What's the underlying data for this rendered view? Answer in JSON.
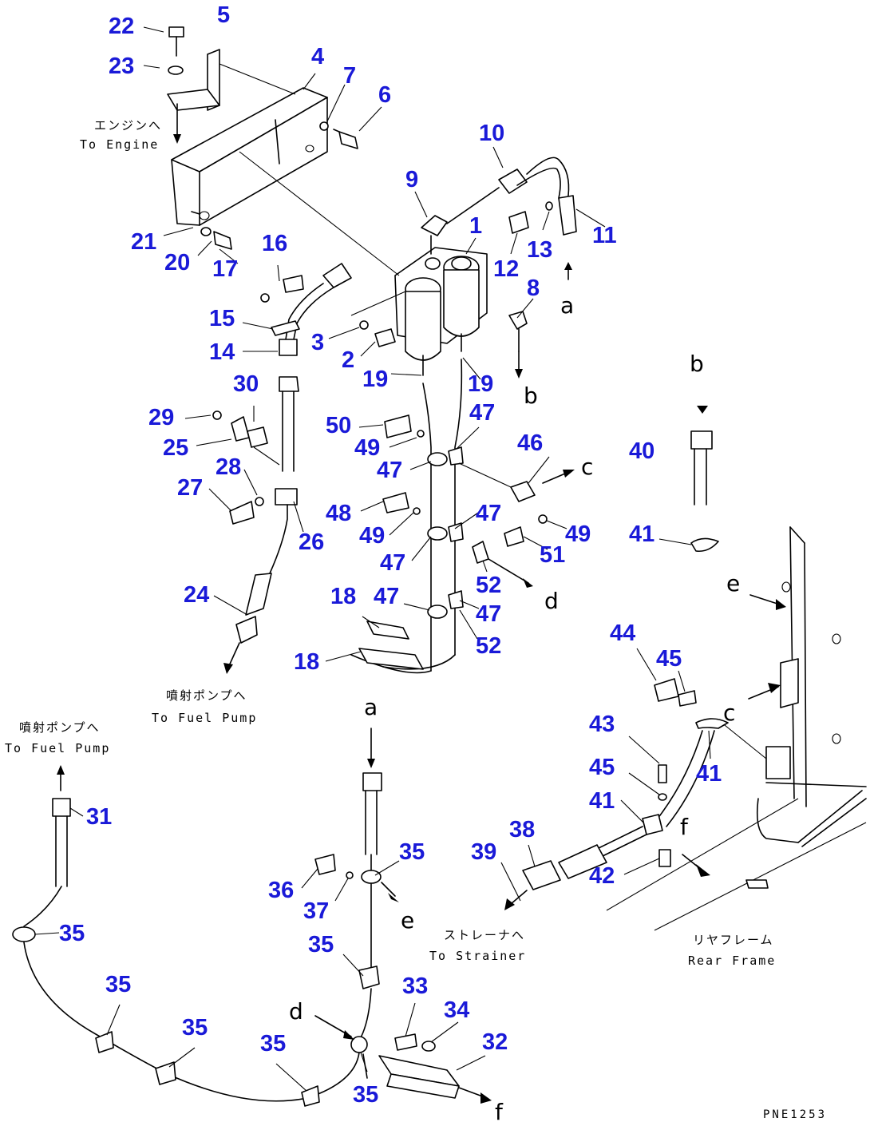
{
  "diagram_code": "PNE1253",
  "notes": {
    "to_engine_jp": "エンジンへ",
    "to_engine_en": "To Engine",
    "to_fuel_pump_jp": "噴射ポンプへ",
    "to_fuel_pump_en": "To Fuel Pump",
    "to_strainer_jp": "ストレーナへ",
    "to_strainer_en": "To Strainer",
    "rear_frame_jp": "リヤフレーム",
    "rear_frame_en": "Rear Frame"
  },
  "colors": {
    "callout": "#1a1ad8",
    "line": "#000000",
    "background": "#ffffff"
  },
  "labels": [
    {
      "text": "22"
    },
    {
      "text": "5"
    },
    {
      "text": "23"
    },
    {
      "text": "4"
    },
    {
      "text": "7"
    },
    {
      "text": "6"
    },
    {
      "text": "10"
    },
    {
      "text": "9"
    },
    {
      "text": "1"
    },
    {
      "text": "11"
    },
    {
      "text": "12"
    },
    {
      "text": "13"
    },
    {
      "text": "8"
    },
    {
      "text": "21"
    },
    {
      "text": "20"
    },
    {
      "text": "17"
    },
    {
      "text": "16"
    },
    {
      "text": "15"
    },
    {
      "text": "14"
    },
    {
      "text": "3"
    },
    {
      "text": "2"
    },
    {
      "text": "19"
    },
    {
      "text": "19"
    },
    {
      "text": "30"
    },
    {
      "text": "29"
    },
    {
      "text": "25"
    },
    {
      "text": "50"
    },
    {
      "text": "47"
    },
    {
      "text": "49"
    },
    {
      "text": "47"
    },
    {
      "text": "46"
    },
    {
      "text": "40"
    },
    {
      "text": "28"
    },
    {
      "text": "27"
    },
    {
      "text": "26"
    },
    {
      "text": "48"
    },
    {
      "text": "47"
    },
    {
      "text": "49"
    },
    {
      "text": "49"
    },
    {
      "text": "41"
    },
    {
      "text": "51"
    },
    {
      "text": "47"
    },
    {
      "text": "52"
    },
    {
      "text": "24"
    },
    {
      "text": "18"
    },
    {
      "text": "47"
    },
    {
      "text": "47"
    },
    {
      "text": "18"
    },
    {
      "text": "52"
    },
    {
      "text": "44"
    },
    {
      "text": "45"
    },
    {
      "text": "43"
    },
    {
      "text": "45"
    },
    {
      "text": "41"
    },
    {
      "text": "41"
    },
    {
      "text": "31"
    },
    {
      "text": "35"
    },
    {
      "text": "38"
    },
    {
      "text": "39"
    },
    {
      "text": "42"
    },
    {
      "text": "36"
    },
    {
      "text": "37"
    },
    {
      "text": "35"
    },
    {
      "text": "35"
    },
    {
      "text": "35"
    },
    {
      "text": "33"
    },
    {
      "text": "34"
    },
    {
      "text": "35"
    },
    {
      "text": "32"
    },
    {
      "text": "35"
    },
    {
      "text": "35"
    }
  ],
  "letters": [
    {
      "text": "a"
    },
    {
      "text": "b"
    },
    {
      "text": "b"
    },
    {
      "text": "c"
    },
    {
      "text": "d"
    },
    {
      "text": "e"
    },
    {
      "text": "c"
    },
    {
      "text": "f"
    },
    {
      "text": "a"
    },
    {
      "text": "e"
    },
    {
      "text": "d"
    },
    {
      "text": "f"
    }
  ]
}
